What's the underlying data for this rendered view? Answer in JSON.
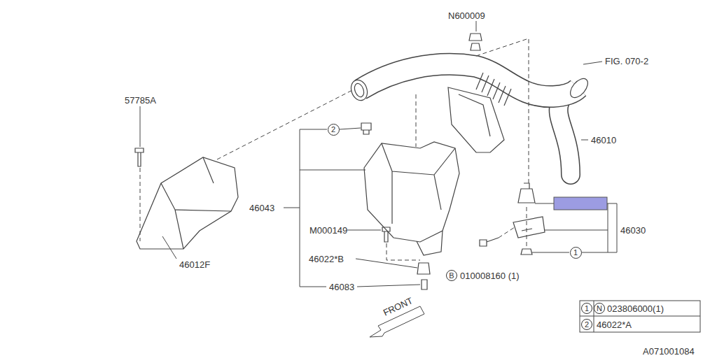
{
  "diagram": {
    "nodes": [
      {
        "text": [
          "2"
        ]
      },
      {
        "text": [
          "1"
        ]
      },
      {
        "text": [
          "B"
        ]
      },
      {
        "text": [
          "1"
        ]
      },
      {
        "text": [
          "N"
        ]
      },
      {
        "text": [
          "2"
        ]
      }
    ],
    "labels": [
      "N600009",
      "FIG. 070-2",
      "57785A",
      "46010",
      "46043",
      "M000149",
      "46022*B",
      "46083",
      "46012F",
      "46030",
      "010008160 (1)",
      "FRONT",
      "023806000(1)",
      "46022*A",
      "A071001084"
    ]
  }
}
